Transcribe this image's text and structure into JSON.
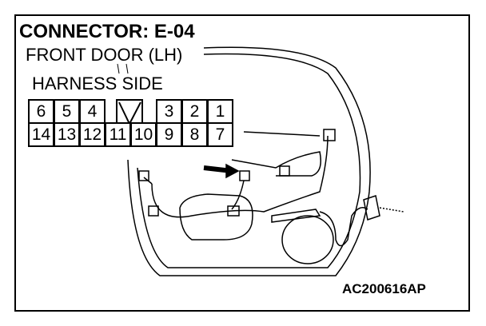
{
  "title": "CONNECTOR: E-04",
  "subtitle": "FRONT DOOR (LH)",
  "view_label": "HARNESS SIDE",
  "pins_top": [
    "6",
    "5",
    "4",
    "3",
    "2",
    "1"
  ],
  "pins_bottom": [
    "14",
    "13",
    "12",
    "11",
    "10",
    "9",
    "8",
    "7"
  ],
  "figure_code": "AC200616AP"
}
